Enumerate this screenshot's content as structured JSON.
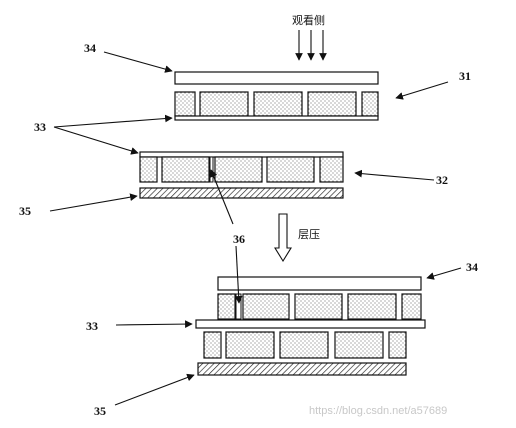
{
  "diagram": {
    "labels": {
      "viewing_side": "观看侧",
      "lamination": "层压",
      "n31": "31",
      "n32": "32",
      "n33_top": "33",
      "n33_bottom": "33",
      "n34_top": "34",
      "n34_bottom": "34",
      "n35_top": "35",
      "n35_bottom": "35",
      "n36": "36"
    },
    "watermark": "https://blog.csdn.net/a57689"
  }
}
